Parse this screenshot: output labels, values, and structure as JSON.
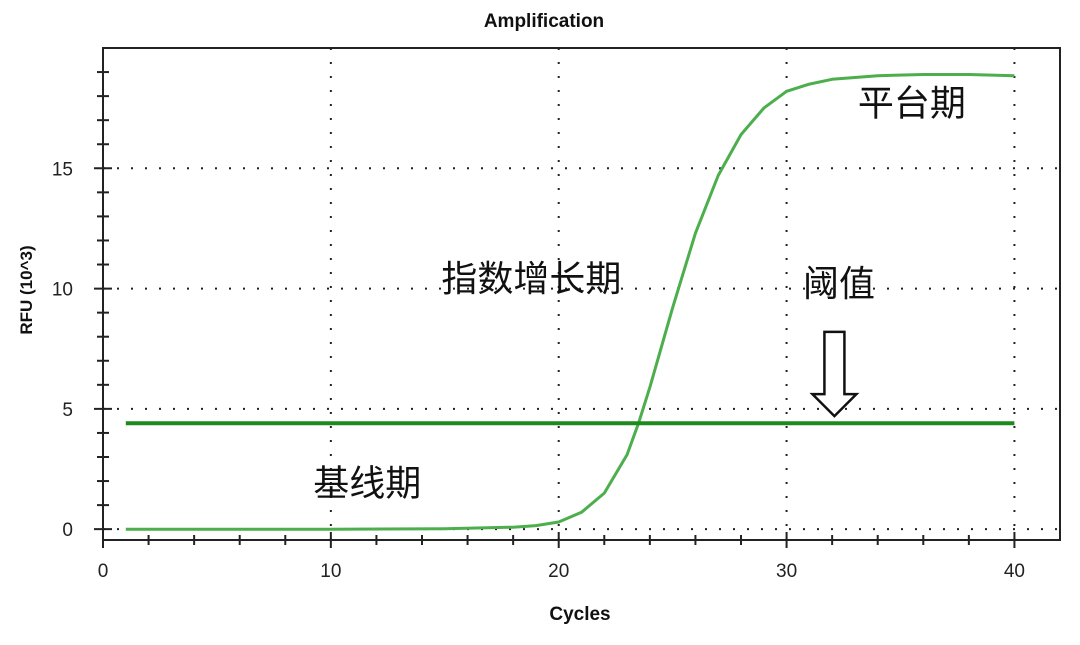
{
  "chart_data": {
    "type": "line",
    "title": "Amplification",
    "xlabel": "Cycles",
    "ylabel": "RFU (10^3)",
    "xlim": [
      0,
      42
    ],
    "ylim": [
      -0.45,
      20
    ],
    "x_ticks": [
      0,
      10,
      20,
      30,
      40
    ],
    "y_ticks": [
      0,
      5,
      10,
      15
    ],
    "grid": true,
    "series": [
      {
        "name": "amplification-curve",
        "color": "#4cae4c",
        "x": [
          1,
          5,
          10,
          15,
          18,
          19,
          20,
          21,
          22,
          23,
          23.5,
          24,
          25,
          26,
          27,
          28,
          29,
          30,
          31,
          32,
          34,
          36,
          38,
          40
        ],
        "y": [
          0,
          0,
          0,
          0.02,
          0.08,
          0.15,
          0.3,
          0.7,
          1.5,
          3.1,
          4.4,
          5.9,
          9.2,
          12.3,
          14.7,
          16.4,
          17.5,
          18.2,
          18.5,
          18.7,
          18.85,
          18.9,
          18.9,
          18.85
        ]
      },
      {
        "name": "threshold",
        "color": "#1e8a1e",
        "x": [
          1,
          40
        ],
        "y": [
          4.4,
          4.4
        ]
      }
    ],
    "annotations": [
      {
        "text": "平台期",
        "x": 35.5,
        "y": 17.2
      },
      {
        "text": "指数增长期",
        "x": 18.8,
        "y": 9.9
      },
      {
        "text": "阈值",
        "x": 32.3,
        "y": 9.7
      },
      {
        "text": "基线期",
        "x": 11.6,
        "y": 1.4
      }
    ],
    "arrow": {
      "x": 32.1,
      "y_from": 8.2,
      "y_to": 4.7
    }
  }
}
